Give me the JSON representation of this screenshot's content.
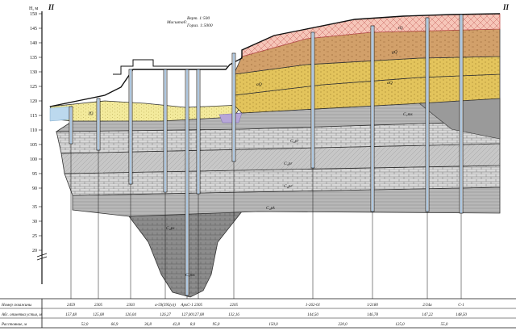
{
  "section": {
    "label_left": "II",
    "label_right": "II"
  },
  "axis": {
    "unit": "H, м",
    "ticks": [
      "150",
      "145",
      "140",
      "135",
      "130",
      "125",
      "120",
      "115",
      "110",
      "105",
      "100",
      "95",
      "90",
      "35",
      "30",
      "25",
      "20"
    ]
  },
  "scale": {
    "title": "Масштаб:",
    "vertical": "Верт. 1:500",
    "horizontal": "Гориз. 1:5000"
  },
  "layers": [
    "tQ",
    "gQ",
    "aQ",
    "aQ",
    "fQ",
    "C₂ms",
    "C₂pr",
    "C₂pr",
    "C₂pr",
    "C₂pk",
    "C₂ps",
    "C₂ms"
  ],
  "table": {
    "rows": [
      {
        "label": "Номер скважины",
        "cells": [
          "2459",
          "2305",
          "2303",
          "а-59(395(о))",
          "АрхС-1",
          "2305",
          "2205",
          "1-262-01",
          "1/2180",
          "2/34а",
          "С-1"
        ]
      },
      {
        "label": "Абс. отметка устья, м",
        "cells": [
          "157,48",
          "125,08",
          "126,04",
          "126,27",
          "127,00",
          "127,08",
          "132,16",
          "144,50",
          "146,78",
          "147,22",
          "148,50"
        ]
      },
      {
        "label": "Расстояние, м",
        "cells": [
          "52,0",
          "66,9",
          "36,8",
          "42,8",
          "8,0",
          "95,0",
          "150,0",
          "220,0",
          "125,0",
          "55,0"
        ]
      }
    ]
  }
}
